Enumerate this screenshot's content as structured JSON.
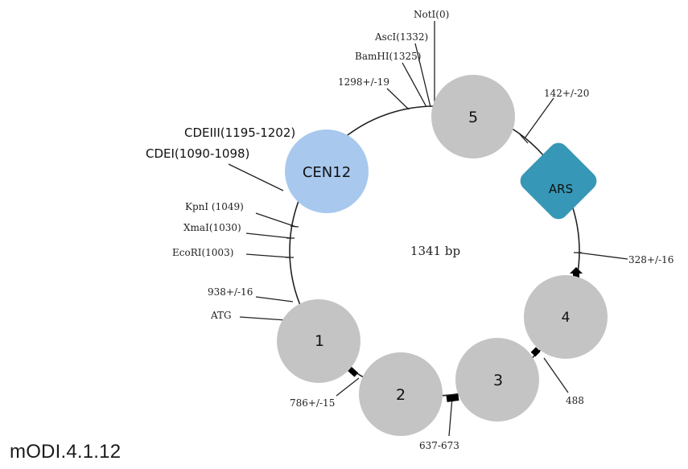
{
  "plasmid": {
    "size_label": "1341 bp",
    "caption": "mODI.4.1.12"
  },
  "parts": {
    "cen": "CEN12",
    "ars": "ARS",
    "circles": [
      "5",
      "1",
      "2",
      "3",
      "4"
    ]
  },
  "sites": {
    "noti": "NotI(0)",
    "asci": "AscI(1332)",
    "bamhi": "BamHI(1325)",
    "pos1298": "1298+/-19",
    "cdeiii": "CDEIII(1195-1202)",
    "cdei": "CDEI(1090-1098)",
    "kpni": "KpnI (1049)",
    "xmai": "XmaI(1030)",
    "ecori": "EcoRI(1003)",
    "pos938": "938+/-16",
    "atg": "ATG",
    "pos786": "786+/-15",
    "pos637": "637-673",
    "pos488": "488",
    "pos328": "328+/-16",
    "pos142": "142+/-20"
  },
  "colors": {
    "backbone": "#222222",
    "gray_part": "#c4c4c4",
    "cen": "#a8c8ee",
    "ars": "#3797b6",
    "junction": "#000000"
  }
}
